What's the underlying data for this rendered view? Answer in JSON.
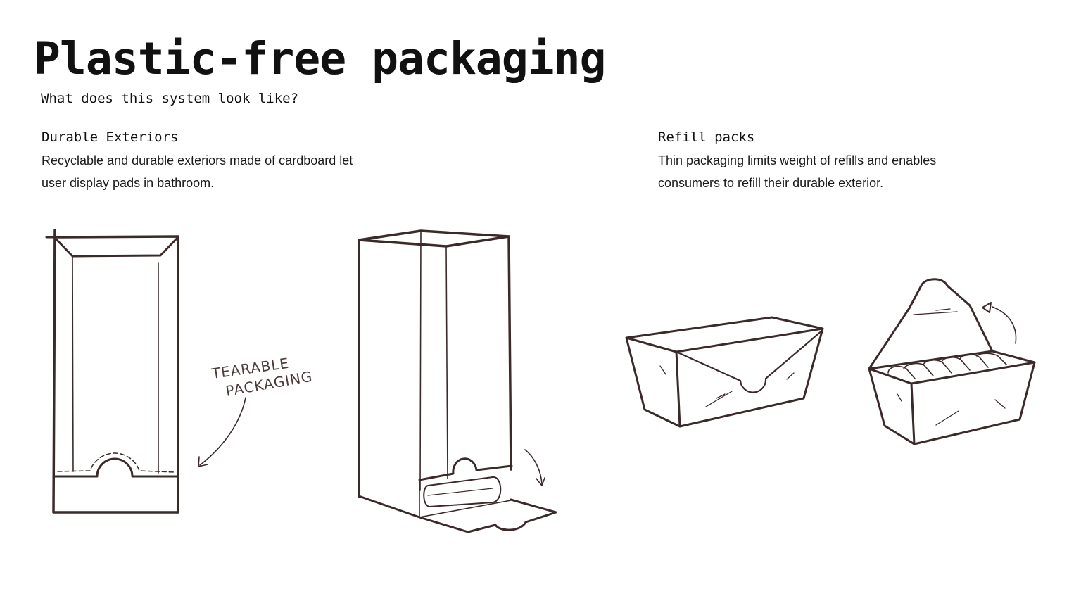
{
  "title": "Plastic-free packaging",
  "subtitle": "What does this system look like?",
  "sections": [
    {
      "heading": "Durable Exteriors",
      "lines": [
        "Recyclable and durable exteriors made of cardboard let",
        "user display pads in bathroom."
      ]
    },
    {
      "heading": "Refill packs",
      "lines": [
        "Thin packaging limits weight of refills and enables",
        "consumers to refill their durable exterior."
      ]
    }
  ],
  "sketch_annotation": {
    "line1": "TEARABLE",
    "line2": "PACKAGING"
  },
  "colors": {
    "ink": "#3b2a2a",
    "text": "#111111",
    "background": "#ffffff"
  }
}
